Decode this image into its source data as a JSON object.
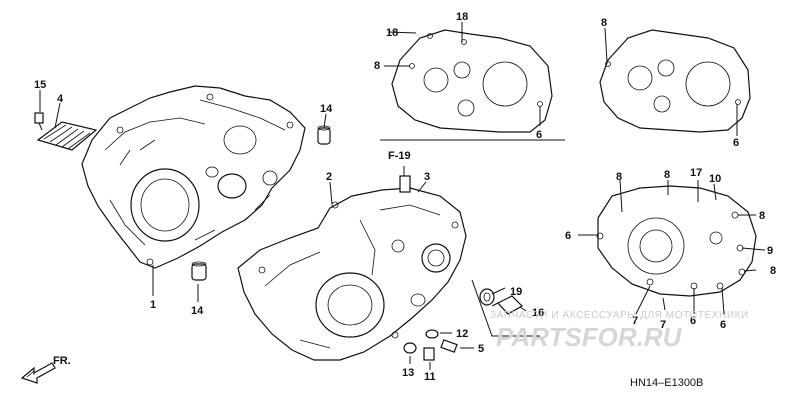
{
  "labels": {
    "l15": "15",
    "l4": "4",
    "l14a": "14",
    "l14b": "14",
    "l1": "1",
    "l2": "2",
    "l3": "3",
    "lf19": "F-19",
    "l18a": "18",
    "l18b": "18",
    "l8a": "8",
    "l6a": "6",
    "l8b": "8",
    "l6b": "6",
    "l8c": "8",
    "l8d": "8",
    "l17": "17",
    "l10": "10",
    "l8e": "8",
    "l6c": "6",
    "l9": "9",
    "l8f": "8",
    "l7a": "7",
    "l7b": "7",
    "l6d": "6",
    "l6e": "6",
    "l19": "19",
    "l16": "16",
    "l12": "12",
    "l5": "5",
    "l13": "13",
    "l11": "11"
  },
  "direction": "FR.",
  "watermark": {
    "tagline": "ЗАПЧАСТИ И АКСЕССУАРЫ ДЛЯ МОТОТЕХНИКИ",
    "brand": "PARTSFOR.RU"
  },
  "diagram_code": "HN14–E1300B"
}
